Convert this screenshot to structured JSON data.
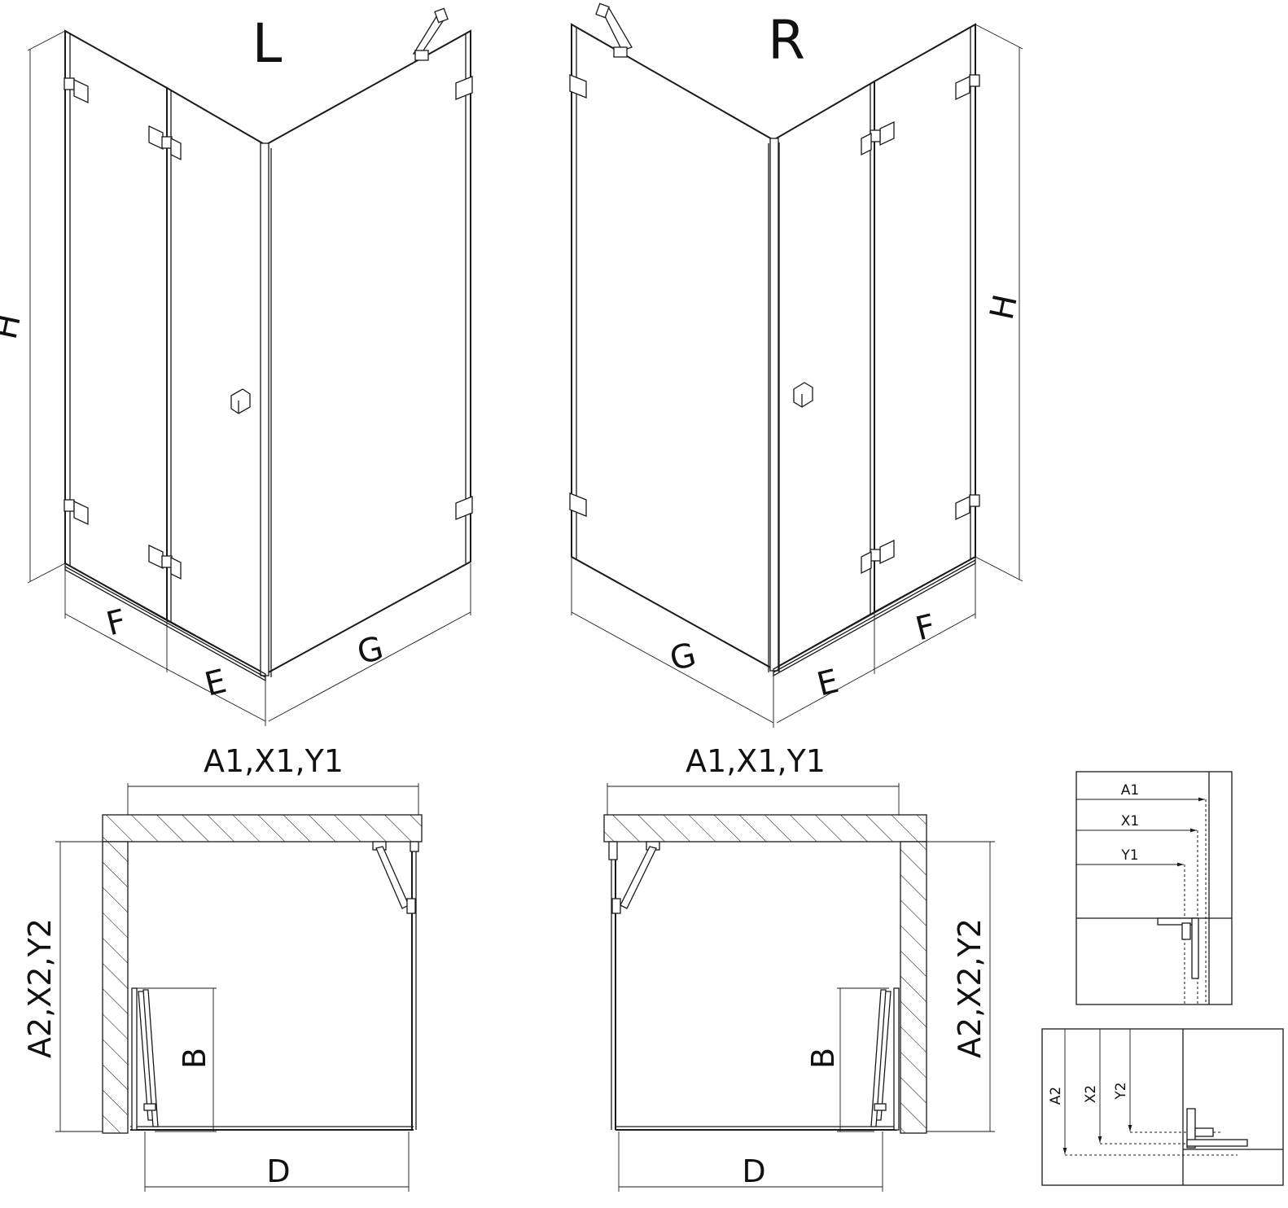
{
  "views": {
    "left_title": "L",
    "right_title": "R"
  },
  "dims": {
    "H": "H",
    "F": "F",
    "E": "E",
    "G": "G",
    "A1": "A1,X1,Y1",
    "A2": "A2,X2,Y2",
    "B": "B",
    "D": "D"
  },
  "detail": {
    "a1": "A1",
    "x1": "X1",
    "y1": "Y1",
    "a2": "A2",
    "x2": "X2",
    "y2": "Y2"
  }
}
